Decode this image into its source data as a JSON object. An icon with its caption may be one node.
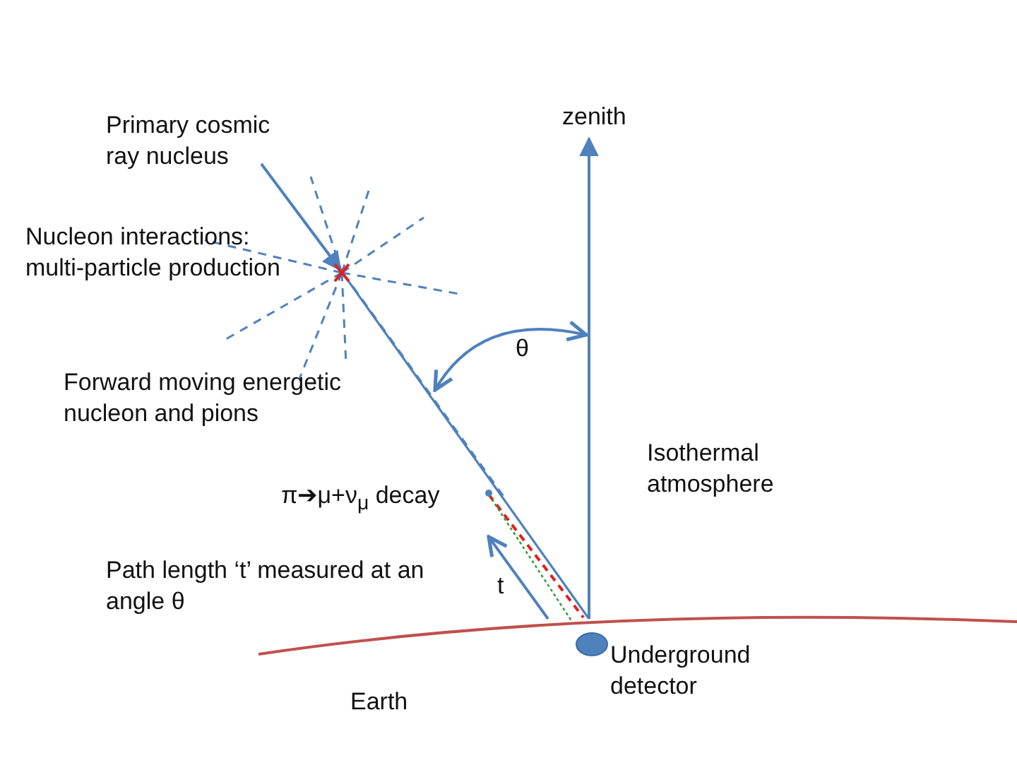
{
  "diagram": {
    "labels": [
      "Primary cosmic ray nucleus",
      "zenith",
      "Nucleon interactions: multi-particle production",
      "θ",
      "Forward moving energetic nucleon and pions",
      "π➔μ+ν$_{μ}$ decay",
      "Isothermal atmosphere",
      "t",
      "Path length ‘t’ measured at an angle θ",
      "Underground detector",
      "Earth"
    ]
  }
}
